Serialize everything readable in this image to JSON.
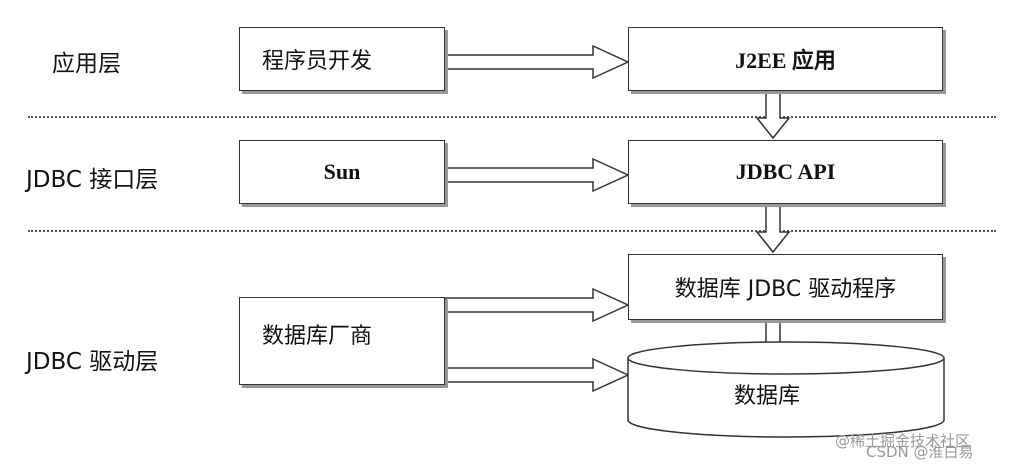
{
  "layers": {
    "app": "应用层",
    "jdbc_interface": "JDBC 接口层",
    "jdbc_driver": "JDBC 驱动层"
  },
  "boxes": {
    "developer": "程序员开发",
    "j2ee_app": "J2EE 应用",
    "sun": "Sun",
    "jdbc_api": "JDBC API",
    "db_vendor": "数据库厂商",
    "db_jdbc_driver": "数据库 JDBC 驱动程序",
    "database": "数据库"
  },
  "watermark": {
    "line1": "@稀土掘金技术社区",
    "line2": "CSDN @淮白易"
  }
}
